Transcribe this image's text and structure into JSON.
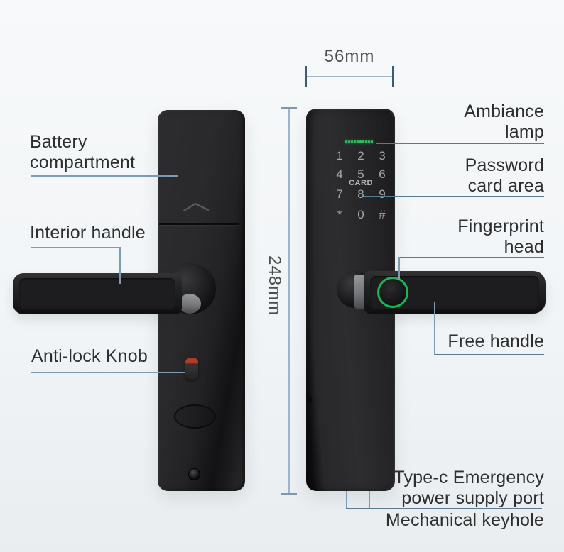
{
  "dimensions": {
    "width": "56mm",
    "height": "248mm"
  },
  "callouts": {
    "battery": [
      "Battery",
      "compartment"
    ],
    "interior_handle": [
      "Interior handle"
    ],
    "anti_lock_knob": [
      "Anti-lock Knob"
    ],
    "ambiance_lamp": [
      "Ambiance",
      "lamp"
    ],
    "password_card_area": [
      "Password",
      "card area"
    ],
    "fingerprint_head": [
      "Fingerprint",
      "head"
    ],
    "free_handle": [
      "Free handle"
    ],
    "type_c": [
      "Type-c Emergency",
      "power supply port"
    ],
    "mechanical_keyhole": [
      "Mechanical keyhole"
    ]
  },
  "keypad": {
    "rows": [
      [
        "1",
        "2",
        "3"
      ],
      [
        "4",
        "5",
        "6"
      ],
      [
        "7",
        "8",
        "9"
      ],
      [
        "*",
        "0",
        "#"
      ]
    ],
    "card_label": "CARD"
  },
  "led": {
    "count": 10
  },
  "colors": {
    "accent_green": "#2fbd59",
    "fingerprint_ring": "#13b855",
    "knob_red": "#b23b2c",
    "leader_line": "#7d9ab4",
    "underline": "#587a94",
    "dim_line": "#9db4cb",
    "dim_tick": "#3d5a78",
    "label_text": "#2e2e2e",
    "dim_text": "#4d4d4d",
    "keypad_text": "#a6a8aa"
  }
}
